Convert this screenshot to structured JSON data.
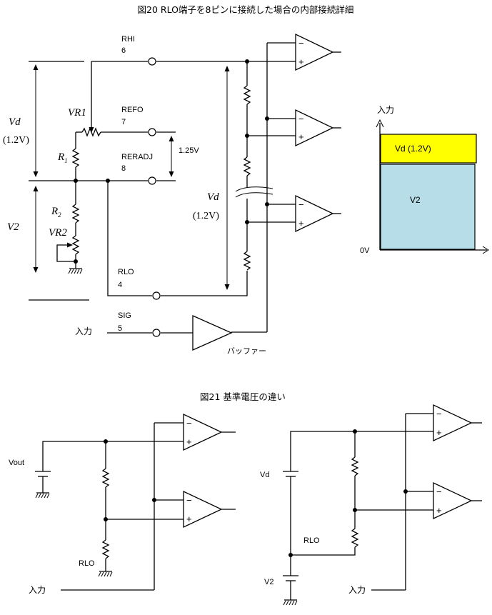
{
  "fig20": {
    "title": "図20  RLO端子を8ピンに接続した場合の内部接続詳細",
    "pins": {
      "rhi_name": "RHI",
      "rhi_num": "6",
      "refo_name": "REFO",
      "refo_num": "7",
      "reradj_name": "RERADJ",
      "reradj_num": "8",
      "rlo_name": "RLO",
      "rlo_num": "4",
      "sig_name": "SIG",
      "sig_num": "5"
    },
    "labels": {
      "vr1": "VR1",
      "vr2": "VR2",
      "r1_main": "R",
      "r1_sub": "1",
      "r2_main": "R",
      "r2_sub": "2",
      "vd_left": "Vd",
      "vd_left_val": "(1.2V)",
      "v2_left": "V2",
      "v125": "1.25V",
      "vd_right": "Vd",
      "vd_right_val": "(1.2V)",
      "input": "入力",
      "buffer": "バッファー",
      "minus": "−",
      "plus": "+"
    },
    "bar": {
      "axis_label": "入力",
      "zero_label": "0V",
      "top_label": "Vd (1.2V)",
      "bottom_label": "V2",
      "top_color": "#ffff00",
      "bottom_color": "#b7dde8"
    }
  },
  "fig21": {
    "title": "図21  基準電圧の違い",
    "left": {
      "vout": "Vout",
      "rlo": "RLO",
      "input": "入力"
    },
    "right": {
      "vd": "Vd",
      "rlo": "RLO",
      "v2": "V2",
      "input": "入力"
    }
  }
}
